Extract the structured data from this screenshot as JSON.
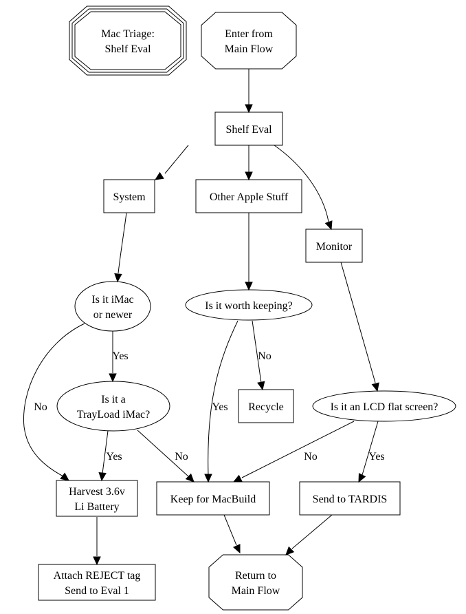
{
  "diagram": {
    "type": "flowchart",
    "background": "#ffffff",
    "stroke_color": "#000000",
    "nodes": [
      {
        "id": "title",
        "shape": "tripleoctagon",
        "lines": [
          "Mac Triage:",
          "Shelf Eval"
        ]
      },
      {
        "id": "enter",
        "shape": "octagon",
        "lines": [
          "Enter from",
          "Main Flow"
        ]
      },
      {
        "id": "shelf",
        "shape": "box",
        "lines": [
          "Shelf Eval"
        ]
      },
      {
        "id": "system",
        "shape": "box",
        "lines": [
          "System"
        ]
      },
      {
        "id": "other",
        "shape": "box",
        "lines": [
          "Other Apple Stuff"
        ]
      },
      {
        "id": "monitor",
        "shape": "box",
        "lines": [
          "Monitor"
        ]
      },
      {
        "id": "imac",
        "shape": "ellipse",
        "lines": [
          "Is it iMac",
          "or newer"
        ]
      },
      {
        "id": "worth",
        "shape": "ellipse",
        "lines": [
          "Is it worth keeping?"
        ]
      },
      {
        "id": "trayload",
        "shape": "ellipse",
        "lines": [
          "Is it a",
          "TrayLoad iMac?"
        ]
      },
      {
        "id": "recycle",
        "shape": "box",
        "lines": [
          "Recycle"
        ]
      },
      {
        "id": "lcd",
        "shape": "ellipse",
        "lines": [
          "Is it an LCD flat screen?"
        ]
      },
      {
        "id": "harvest",
        "shape": "box",
        "lines": [
          "Harvest 3.6v",
          "Li Battery"
        ]
      },
      {
        "id": "keep",
        "shape": "box",
        "lines": [
          "Keep for MacBuild"
        ]
      },
      {
        "id": "tardis",
        "shape": "box",
        "lines": [
          "Send to TARDIS"
        ]
      },
      {
        "id": "reject",
        "shape": "box",
        "lines": [
          "Attach REJECT tag",
          "Send to Eval 1"
        ]
      },
      {
        "id": "return",
        "shape": "octagon",
        "lines": [
          "Return to",
          "Main Flow"
        ]
      }
    ],
    "edges": [
      {
        "from": "enter",
        "to": "shelf",
        "label": ""
      },
      {
        "from": "shelf",
        "to": "system",
        "label": ""
      },
      {
        "from": "shelf",
        "to": "other",
        "label": ""
      },
      {
        "from": "shelf",
        "to": "monitor",
        "label": ""
      },
      {
        "from": "system",
        "to": "imac",
        "label": ""
      },
      {
        "from": "other",
        "to": "worth",
        "label": ""
      },
      {
        "from": "monitor",
        "to": "lcd",
        "label": ""
      },
      {
        "from": "imac",
        "to": "trayload",
        "label": "Yes"
      },
      {
        "from": "imac",
        "to": "harvest",
        "label": "No"
      },
      {
        "from": "worth",
        "to": "recycle",
        "label": "No"
      },
      {
        "from": "worth",
        "to": "keep",
        "label": "Yes"
      },
      {
        "from": "trayload",
        "to": "harvest",
        "label": "Yes"
      },
      {
        "from": "trayload",
        "to": "keep",
        "label": "No"
      },
      {
        "from": "lcd",
        "to": "keep",
        "label": "No"
      },
      {
        "from": "lcd",
        "to": "tardis",
        "label": "Yes"
      },
      {
        "from": "harvest",
        "to": "reject",
        "label": ""
      },
      {
        "from": "keep",
        "to": "return",
        "label": ""
      },
      {
        "from": "tardis",
        "to": "return",
        "label": ""
      }
    ]
  }
}
